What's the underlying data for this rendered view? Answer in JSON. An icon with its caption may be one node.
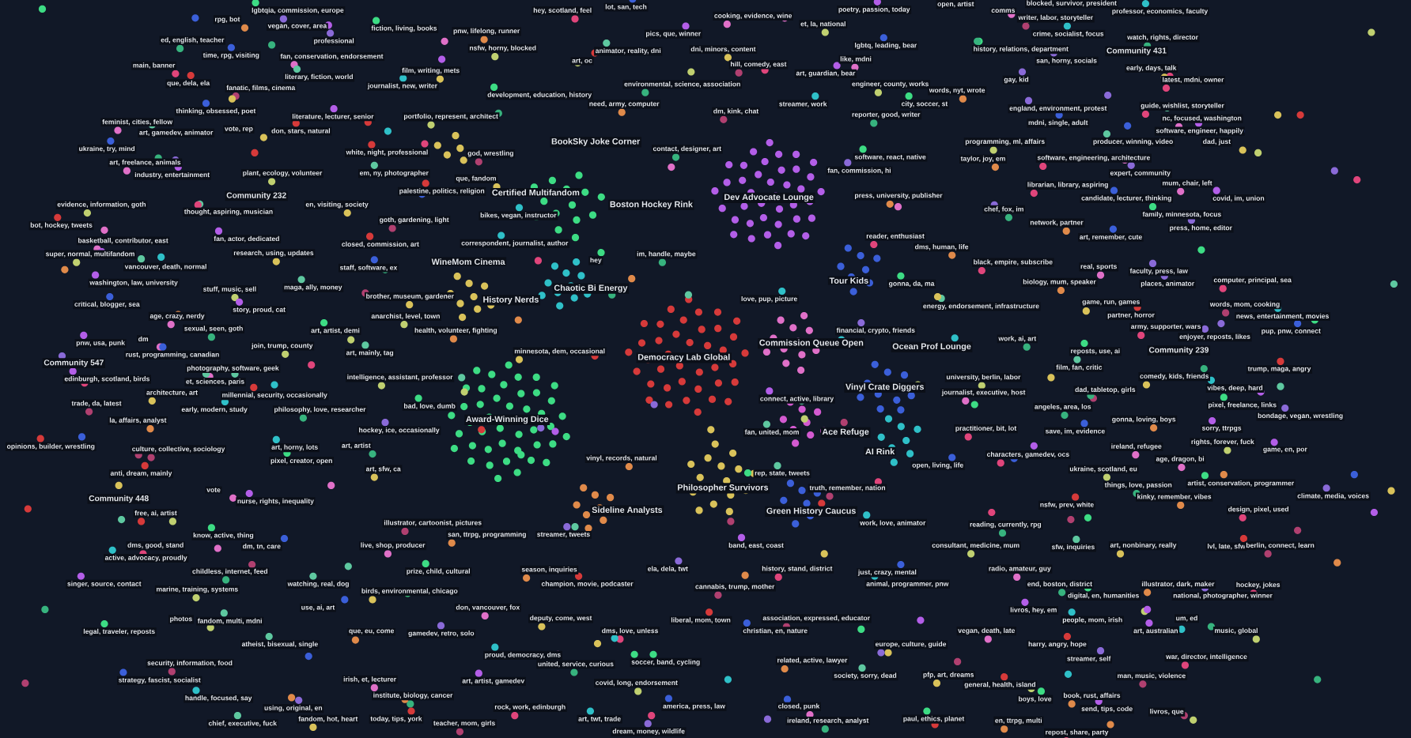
{
  "diagram": {
    "labels": [
      "lgbtqia, commission, europe",
      "rpg, bot",
      "vegan, cover, area",
      "hey, scotland, feel",
      "lot, san, tech",
      "cooking, evidence, wine",
      "poetry, passion, today",
      "et, la, national",
      "open, artist",
      "comms",
      "blocked, survivor, president",
      "writer, labor, storyteller",
      "professor, economics, faculty",
      "ed, english, teacher",
      "fiction, living, books",
      "pnw, lifelong, runner",
      "professional",
      "main, banner",
      "time, rpg, visiting",
      "fan, conservation, endorsement",
      "pics, que, winner",
      "nsfw, horny, blocked",
      "animator, reality, dni",
      "dni, minors, content",
      "art, oc",
      "hill, comedy, east",
      "crime, socialist, focus",
      "watch, rights, director",
      "history, relations, department",
      "Community 431",
      "san, horny, socials",
      "early, days, talk",
      "lgbtq, leading, bear",
      "like, mdni",
      "art, guardian, bear",
      "engineer, county, works",
      "literary, fiction, world",
      "film, writing, mets",
      "que, dela, ela",
      "fanatic, films, cinema",
      "journalist, new, writer",
      "environmental, science, association",
      "development, education, history",
      "need, army, computer",
      "gay, kid",
      "latest, mdni, owner",
      "thinking, obsessed, poet",
      "feminist, cities, fellow",
      "literature, lecturer, senior",
      "portfolio, represent, architect",
      "art, gamedev, animator",
      "vote, rep",
      "don, stars, natural",
      "dm, kink, chat",
      "streamer, work",
      "reporter, good, writer",
      "city, soccer, st",
      "words, nyt, wrote",
      "england, environment, protest",
      "guide, wishlist, storyteller",
      "mdni, single, adult",
      "nc, focused, washington",
      "software, engineer, happily",
      "programming, ml, affairs",
      "producer, winning, video",
      "dad, just",
      "white, night, professional",
      "god, wrestling",
      "BookSky Joke Corner",
      "contact, designer, art",
      "software, react, native",
      "taylor, joy, em",
      "fan, commission, hi",
      "software, engineering, architecture",
      "ukraine, try, mind",
      "art, freelance, animals",
      "industry, entertainment",
      "plant, ecology, volunteer",
      "em, ny, photographer",
      "que, fandom",
      "palestine, politics, religion",
      "Community 232",
      "Certified Multifandom",
      "Boston Hockey Rink",
      "Dev Advocate Lounge",
      "press, university, publisher",
      "expert, community",
      "librarian, library, aspiring",
      "candidate, lecturer, thinking",
      "mum, chair, left",
      "covid, im, union",
      "evidence, information, goth",
      "thought, aspiring, musician",
      "en, visiting, society",
      "bot, hockey, tweets",
      "goth, gardening, light",
      "bikes, vegan, instructor",
      "chef, fox, im",
      "family, minnesota, focus",
      "network, partner",
      "press, home, editor",
      "reader, enthusiast",
      "art, remember, cute",
      "basketball, contributor, east",
      "fan, actor, dedicated",
      "super, normal, multifandom",
      "vancouver, death, normal",
      "research, using, updates",
      "closed, commission, art",
      "WineMom Cinema",
      "correspondent, journalist, author",
      "im, handle, maybe",
      "hey",
      "dms, human, life",
      "faculty, press, law",
      "black, empire, subscribe",
      "staff, software, ex",
      "real, sports",
      "washington, law, university",
      "stuff, music, sell",
      "maga, ally, money",
      "brother, museum, gardener",
      "History Nerds",
      "Chaotic Bi Energy",
      "love, pup, picture",
      "Tour Kids",
      "gonna, da, ma",
      "biology, mum, speaker",
      "places, animator",
      "computer, principal, sea",
      "critical, blogger, sea",
      "age, crazy, nerdy",
      "story, proud, cat",
      "anarchist, level, town",
      "energy, endorsement, infrastructure",
      "game, run, games",
      "partner, horror",
      "words, mom, cooking",
      "news, entertainment, movies",
      "sexual, seen, goth",
      "art, artist, demi",
      "health, volunteer, fighting",
      "financial, crypto, friends",
      "army, supporter, wars",
      "pup, pnw, connect",
      "dm",
      "pnw, usa, punk",
      "join, trump, county",
      "art, mainly, tag",
      "minnesota, dem, occasional",
      "Democracy Lab Global",
      "Commission Queue Open",
      "Ocean Prof Lounge",
      "work, ai, art",
      "reposts, use, ai",
      "Community 239",
      "enjoyer, reposts, likes",
      "Community 547",
      "rust, programming, canadian",
      "photography, software, geek",
      "edinburgh, scotland, birds",
      "intelligence, assistant, professor",
      "et, sciences, paris",
      "architecture, art",
      "millennial, security, occasionally",
      "trade, da, latest",
      "early, modern, study",
      "philosophy, love, researcher",
      "bad, love, dumb",
      "la, affairs, analyst",
      "hockey, ice, occasionally",
      "Award-Winning Dice",
      "Vinyl Crate Diggers",
      "journalist, executive, host",
      "connect, active, library",
      "university, berlin, labor",
      "film, fan, critic",
      "comedy, kids, friends",
      "trump, maga, angry",
      "dad, tabletop, girls",
      "vibes, deep, hard",
      "angeles, area, los",
      "pixel, freelance, links",
      "gonna, loving, boys",
      "bondage, vegan, wrestling",
      "practitioner, bit, lot",
      "save, im, evidence",
      "ireland, refugee",
      "sorry, ttrpgs",
      "rights, forever, fuck",
      "fan, united, mom",
      "Ace Refuge",
      "opinions, builder, wrestling",
      "culture, collective, sociology",
      "art, horny, lots",
      "art, artist",
      "pixel, creator, open",
      "vinyl, records, natural",
      "AI Rink",
      "characters, gamedev, ocs",
      "open, living, life",
      "age, dragon, bi",
      "game, en, por",
      "ukraine, scotland, eu",
      "rep, state, tweets",
      "art, sfw, ca",
      "anti, dream, mainly",
      "truth, remember, nation",
      "Philosopher Survivors",
      "things, love, passion",
      "artist, conservation, programmer",
      "kinky, remember, vibes",
      "climate, media, voices",
      "design, pixel, used",
      "Community 448",
      "vote",
      "nurse, rights, inequality",
      "free, ai, artist",
      "Sideline Analysts",
      "Green History Caucus",
      "nsfw, prev, white",
      "illustrator, cartoonist, pictures",
      "work, love, animator",
      "reading, currently, rpg",
      "know, active, thing",
      "san, ttrpg, programming",
      "streamer, tweets",
      "dms, good, stand",
      "dm, tn, care",
      "live, shop, producer",
      "band, east, coast",
      "consultant, medicine, mum",
      "sfw, inquiries",
      "art, nonbinary, really",
      "lvl, late, sfw",
      "berlin, connect, learn",
      "active, advocacy, proudly",
      "childless, internet, feed",
      "prize, child, cultural",
      "season, inquiries",
      "ela, dela, twt",
      "history, stand, district",
      "just, crazy, mental",
      "radio, amateur, guy",
      "singer, source, contact",
      "marine, training, systems",
      "watching, real, dog",
      "birds, environmental, chicago",
      "champion, movie, podcaster",
      "cannabis, trump, mother",
      "animal, programmer, pnw",
      "end, boston, district",
      "digital, en, humanities",
      "illustrator, dark, maker",
      "national, photographer, winner",
      "hockey, jokes",
      "use, ai, art",
      "don, vancouver, fox",
      "livros, hey, em",
      "photos",
      "fandom, multi, mdni",
      "deputy, come, west",
      "liberal, mom, town",
      "association, expressed, educator",
      "people, mom, irish",
      "um, ed",
      "legal, traveler, reposts",
      "que, eu, come",
      "gamedev, retro, solo",
      "dms, love, unless",
      "christian, en, nature",
      "vegan, death, late",
      "art, australian",
      "music, global",
      "atheist, bisexual, single",
      "europe, culture, guide",
      "harry, angry, hope",
      "security, information, food",
      "proud, democracy, dms",
      "united, service, curious",
      "soccer, band, cycling",
      "related, active, lawyer",
      "streamer, self",
      "war, director, intelligence",
      "strategy, fascist, socialist",
      "irish, et, lecturer",
      "art, artist, gamedev",
      "covid, long, endorsement",
      "society, sorry, dead",
      "pfp, art, dreams",
      "general, health, island",
      "man, music, violence",
      "handle, focused, say",
      "institute, biology, cancer",
      "boys, love",
      "book, rust, affairs",
      "using, original, en",
      "rock, work, edinburgh",
      "america, press, law",
      "closed, punk",
      "send, tips, code",
      "livros, que",
      "chief, executive, fuck",
      "fandom, hot, heart",
      "today, tips, york",
      "teacher, mom, girls",
      "art, twt, trade",
      "ireland, research, analyst",
      "paul, ethics, planet",
      "en, ttrpg, multi",
      "dream, money, wildlife",
      "repost, share, party"
    ]
  }
}
